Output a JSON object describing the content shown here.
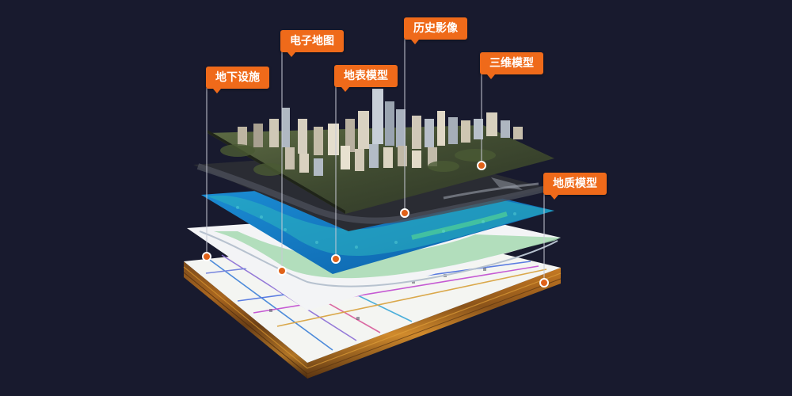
{
  "labels": {
    "underground": "地下设施",
    "emap": "电子地图",
    "surface": "地表模型",
    "history": "历史影像",
    "threed": "三维模型",
    "geology": "地质模型"
  },
  "colors": {
    "background": "#181a2e",
    "accent": "#ef6a1a",
    "label_text": "#ffffff",
    "leader_line": "#c9cbd6",
    "marker_fill": "#e0621a",
    "marker_ring": "#ffffff"
  }
}
